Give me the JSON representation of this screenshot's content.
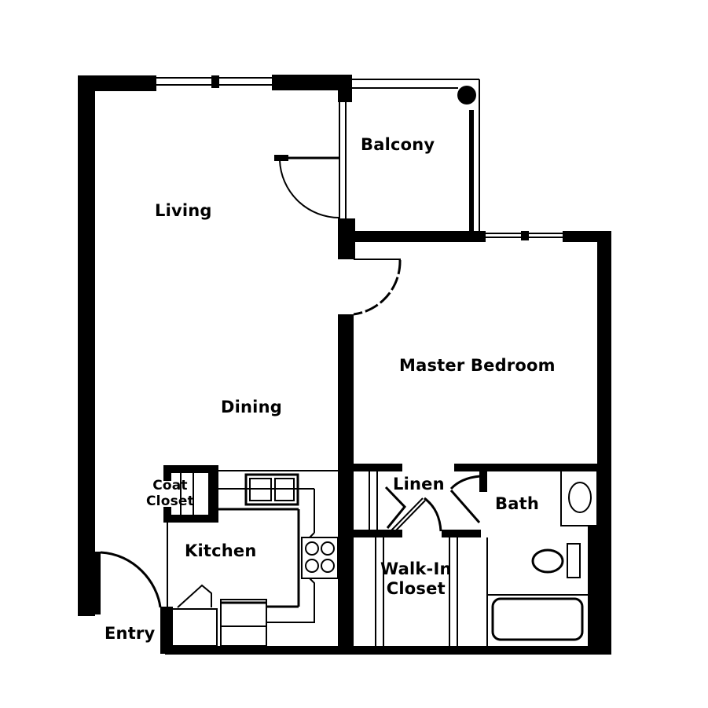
{
  "plan": {
    "wall_color": "#000000",
    "background": "#ffffff",
    "rooms": [
      {
        "id": "living",
        "label": "Living"
      },
      {
        "id": "balcony",
        "label": "Balcony"
      },
      {
        "id": "master_bedroom",
        "label": "Master Bedroom"
      },
      {
        "id": "dining",
        "label": "Dining"
      },
      {
        "id": "coat_closet",
        "label_line1": "Coat",
        "label_line2": "Closet"
      },
      {
        "id": "kitchen",
        "label": "Kitchen"
      },
      {
        "id": "linen",
        "label": "Linen"
      },
      {
        "id": "bath",
        "label": "Bath"
      },
      {
        "id": "walk_in_closet",
        "label_line1": "Walk-In",
        "label_line2": "Closet"
      },
      {
        "id": "entry",
        "label": "Entry"
      }
    ],
    "fixtures": [
      "sliding-door",
      "window",
      "swing-door",
      "sink",
      "stove",
      "toilet",
      "vanity-sink",
      "bathtub",
      "refrigerator",
      "dishwasher",
      "column"
    ]
  }
}
